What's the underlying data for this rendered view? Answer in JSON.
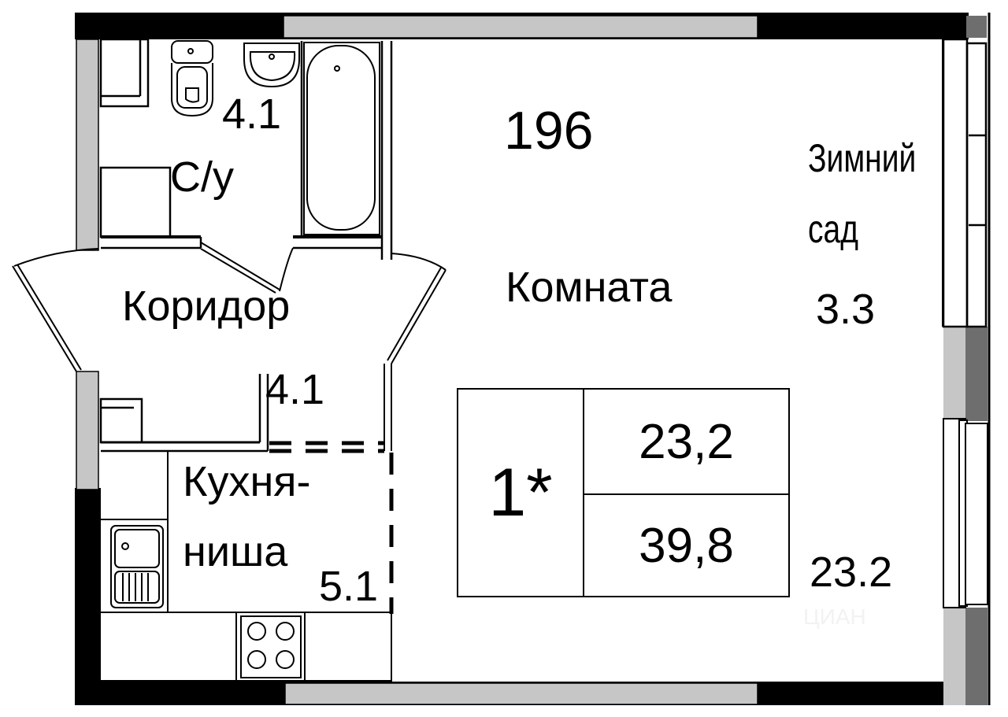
{
  "apartment": {
    "number": "196",
    "rooms_label": "1*",
    "living_area": "23,2",
    "total_area": "39,8"
  },
  "rooms": [
    {
      "id": "bathroom",
      "name": "С/у",
      "area": "4.1"
    },
    {
      "id": "corridor",
      "name": "Коридор",
      "area": "4.1"
    },
    {
      "id": "kitchen",
      "name_line1": "Кухня-",
      "name_line2": "ниша",
      "area": "5.1"
    },
    {
      "id": "room",
      "name": "Комната",
      "area": "23.2"
    },
    {
      "id": "winter-garden",
      "name_line1": "Зимний",
      "name_line2": "сад",
      "area": "3.3"
    }
  ],
  "fixtures": [
    "toilet-icon",
    "sink-icon",
    "bathtub-icon",
    "kitchen-sink-icon",
    "stove-icon"
  ],
  "colors": {
    "wall_exterior": "#000000",
    "wall_interior": "#c6c6c6",
    "wall_window_dark": "#6e6e6e",
    "background": "#ffffff"
  },
  "watermark": "ЦИАН"
}
